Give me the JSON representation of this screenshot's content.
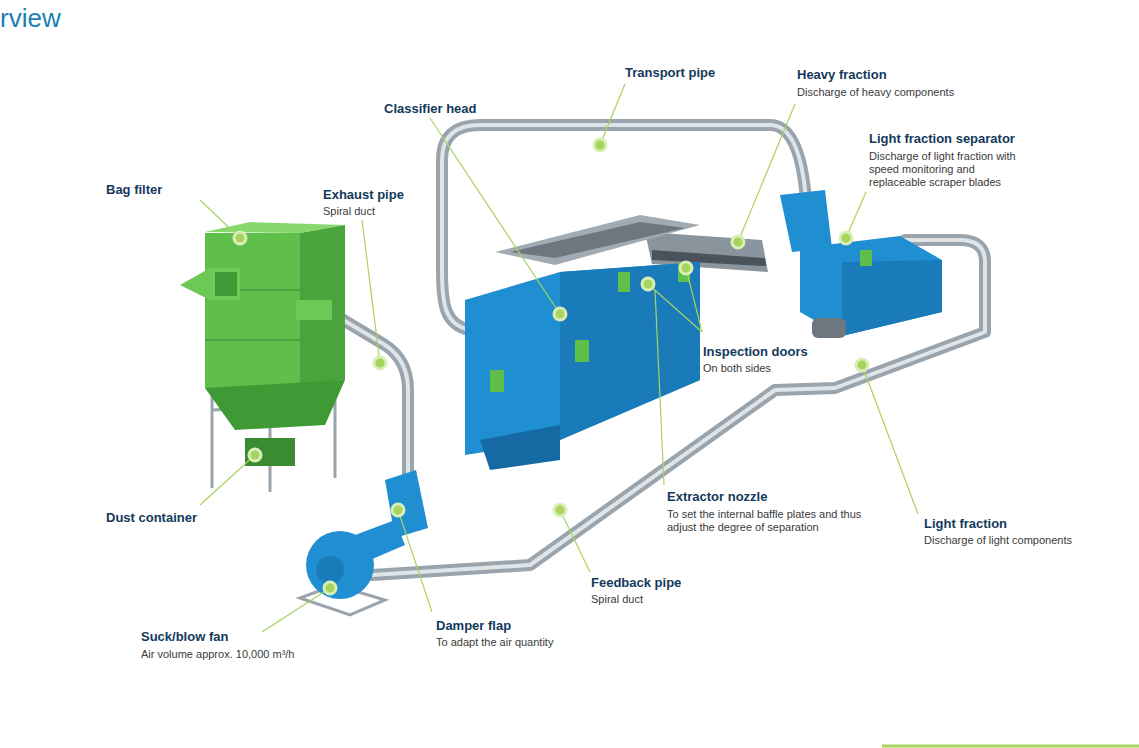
{
  "diagram": {
    "title": "rview",
    "labels": [
      "Transport pipe",
      "Heavy fraction",
      "Discharge of heavy components",
      "Classifier head",
      "Light fraction separator",
      "Discharge of light fraction with speed monitoring and replaceable scraper blades",
      "Bag filter",
      "Exhaust pipe",
      "Spiral duct",
      "Inspection doors",
      "On both sides",
      "Dust container",
      "Extractor nozzle",
      "To set the internal baffle plates and thus adjust the degree of separation",
      "Light fraction",
      "Discharge of light components",
      "Feedback pipe",
      "Spiral duct",
      "Suck/blow fan",
      "Air volume approx. 10,000 m³/h",
      "Damper flap",
      "To adapt the air quantity"
    ]
  }
}
